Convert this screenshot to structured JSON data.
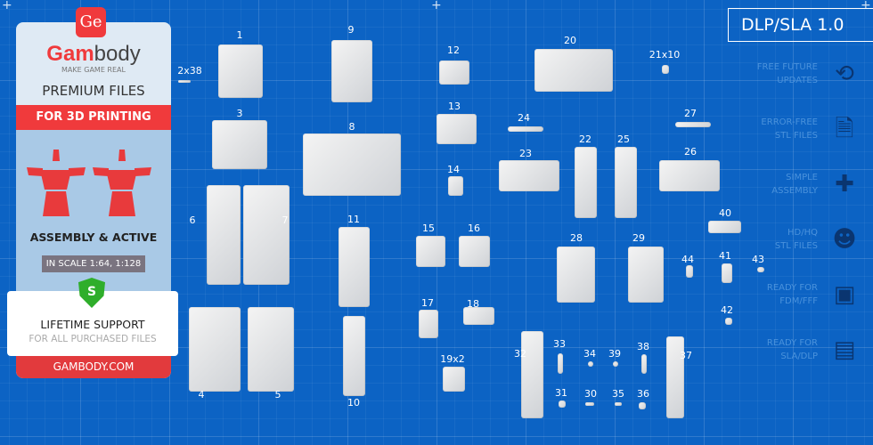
{
  "promo": {
    "logo": "Ge",
    "brand_red": "Gam",
    "brand_gray": "body",
    "tagline": "MAKE GAME REAL",
    "premium": "PREMIUM FILES",
    "for_printing": "FOR 3D PRINTING",
    "assembly": "ASSEMBLY & ACTIVE",
    "scale": "IN SCALE 1:64, 1:128",
    "shield_letter": "S",
    "support_title": "LIFETIME SUPPORT",
    "support_sub": "FOR ALL PURCHASED FILES",
    "site": "GAMBODY.COM"
  },
  "version": "DLP/SLA 1.0",
  "features": [
    {
      "line1": "FREE FUTURE",
      "line2": "UPDATES",
      "icon": "update-icon"
    },
    {
      "line1": "ERROR-FREE",
      "line2": "STL FILES",
      "icon": "file-check-icon"
    },
    {
      "line1": "SIMPLE",
      "line2": "ASSEMBLY",
      "icon": "puzzle-icon"
    },
    {
      "line1": "HD/HQ",
      "line2": "STL FILES",
      "icon": "bust-icon"
    },
    {
      "line1": "READY FOR",
      "line2": "FDM/FFF",
      "icon": "fdm-printer-icon"
    },
    {
      "line1": "READY FOR",
      "line2": "SLA/DLP",
      "icon": "sla-printer-icon"
    }
  ],
  "parts": [
    "1",
    "2x38",
    "3",
    "9",
    "8",
    "6",
    "7",
    "4",
    "5",
    "11",
    "10",
    "12",
    "13",
    "14",
    "15",
    "16",
    "17",
    "18",
    "19x2",
    "20",
    "21x10",
    "24",
    "23",
    "22",
    "25",
    "26",
    "27",
    "40",
    "28",
    "29",
    "44",
    "41",
    "43",
    "42",
    "32",
    "33",
    "34",
    "39",
    "38",
    "37",
    "31",
    "30",
    "35",
    "36"
  ],
  "colors": {
    "background": "#0c63c4",
    "brand_red": "#f03a3c",
    "shield_green": "#2fae2b"
  }
}
